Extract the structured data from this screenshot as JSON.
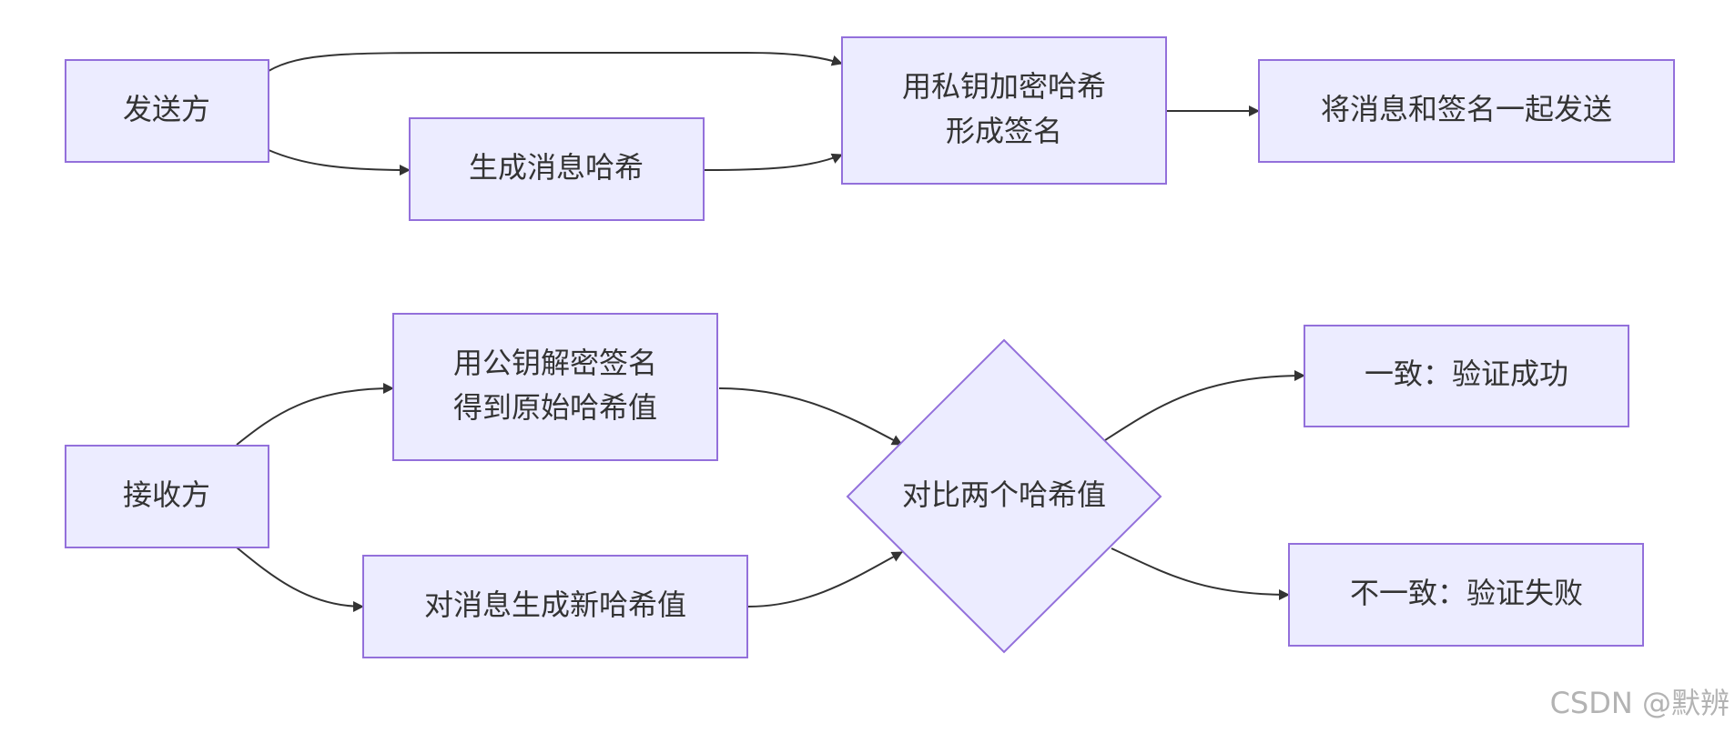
{
  "nodes": {
    "sender": "发送方",
    "gen_hash": "生成消息哈希",
    "encrypt_hash": {
      "line1": "用私钥加密哈希",
      "line2": "形成签名"
    },
    "send_together": "将消息和签名一起发送",
    "receiver": "接收方",
    "decrypt_sig": {
      "line1": "用公钥解密签名",
      "line2": "得到原始哈希值"
    },
    "new_hash": "对消息生成新哈希值",
    "compare": "对比两个哈希值",
    "match_success": "一致：验证成功",
    "mismatch_fail": "不一致：验证失败"
  },
  "watermark": "CSDN @默辨",
  "colors": {
    "node_fill": "#ececff",
    "node_stroke": "#9370db",
    "edge": "#333333",
    "text": "#333333"
  }
}
